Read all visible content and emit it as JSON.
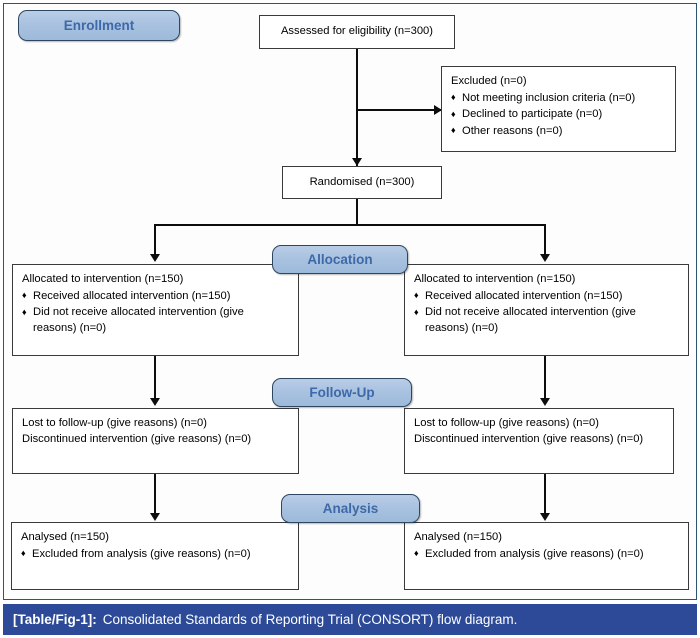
{
  "figure": {
    "caption_label": "[Table/Fig-1]:",
    "caption_text": "Consolidated Standards of Reporting Trial (CONSORT) flow diagram.",
    "accent_blue": "#2c4a97",
    "badge_fill": "#a8c1e0",
    "badge_text_color": "#3e69a8",
    "frame_color": "#2c5573"
  },
  "stages": {
    "enrollment": "Enrollment",
    "allocation": "Allocation",
    "followup": "Follow-Up",
    "analysis": "Analysis"
  },
  "enrollment": {
    "assessed": "Assessed for eligibility (n=300)",
    "excluded_title": "Excluded (n=0)",
    "excluded_reasons": [
      "Not meeting inclusion criteria (n=0)",
      "Declined to participate (n=0)",
      "Other reasons (n=0)"
    ],
    "randomised": "Randomised (n=300)"
  },
  "allocation": {
    "left": {
      "title": "Allocated to intervention (n=150)",
      "items": [
        "Received allocated intervention (n=150)",
        "Did not receive allocated intervention (give reasons) (n=0)"
      ]
    },
    "right": {
      "title": "Allocated to intervention (n=150)",
      "items": [
        "Received allocated intervention (n=150)",
        "Did not receive allocated intervention (give reasons) (n=0)"
      ]
    }
  },
  "followup": {
    "left": {
      "lines": [
        "Lost to follow-up (give reasons) (n=0)",
        "Discontinued intervention (give reasons) (n=0)"
      ]
    },
    "right": {
      "lines": [
        "Lost to follow-up (give reasons) (n=0)",
        "Discontinued intervention (give reasons) (n=0)"
      ]
    }
  },
  "analysis": {
    "left": {
      "title": "Analysed (n=150)",
      "items": [
        "Excluded from analysis (give reasons) (n=0)"
      ]
    },
    "right": {
      "title": "Analysed (n=150)",
      "items": [
        "Excluded from analysis (give reasons) (n=0)"
      ]
    }
  },
  "icons": {
    "bullet": "♦"
  }
}
